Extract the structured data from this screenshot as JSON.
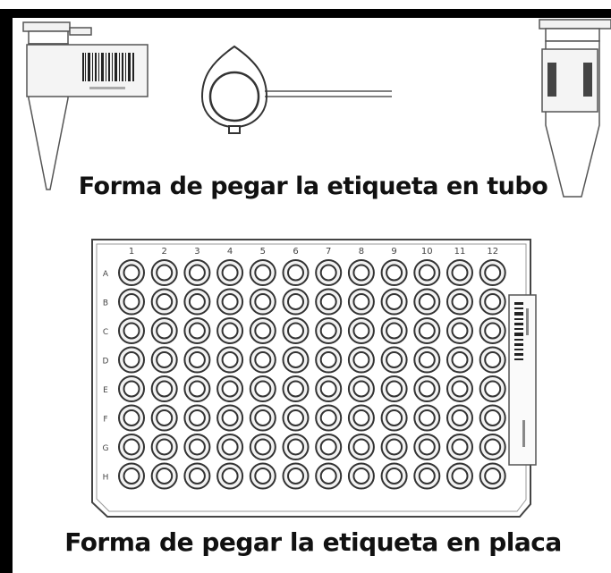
{
  "captions": {
    "tube": "Forma de pegar la etiqueta en tubo",
    "plate": "Forma de pegar la etiqueta en placa"
  },
  "plate": {
    "columns": [
      "1",
      "2",
      "3",
      "4",
      "5",
      "6",
      "7",
      "8",
      "9",
      "10",
      "11",
      "12"
    ],
    "rows": [
      "A",
      "B",
      "C",
      "D",
      "E",
      "F",
      "G",
      "H"
    ]
  },
  "colors": {
    "line": "#333333",
    "frame": "#000000",
    "fill": "#f2f2f2"
  }
}
